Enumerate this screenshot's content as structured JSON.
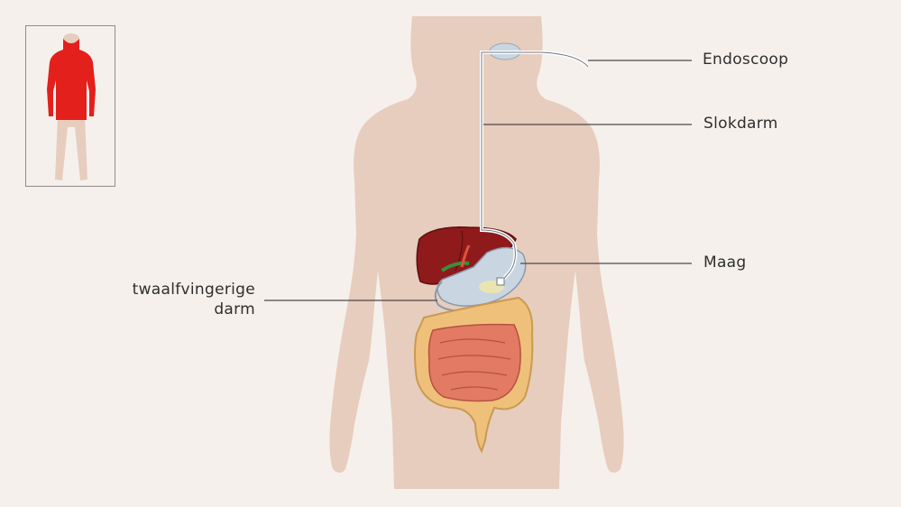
{
  "colors": {
    "background": "#f6f0ec",
    "body_silhouette": "#e7cdbd",
    "highlight_red": "#e3201c",
    "liver": "#8e1a1c",
    "stomach": "#c9d6e2",
    "intestine_small": "#e37a63",
    "intestine_large": "#efc07a",
    "leader_line": "#4a4a4a"
  },
  "labels": {
    "endoscoop": "Endoscoop",
    "slokdarm": "Slokdarm",
    "maag": "Maag",
    "duodenum_line1": "twaalfvingerige",
    "duodenum_line2": "darm"
  },
  "thumbnail": {
    "highlighted_region": "torso"
  }
}
